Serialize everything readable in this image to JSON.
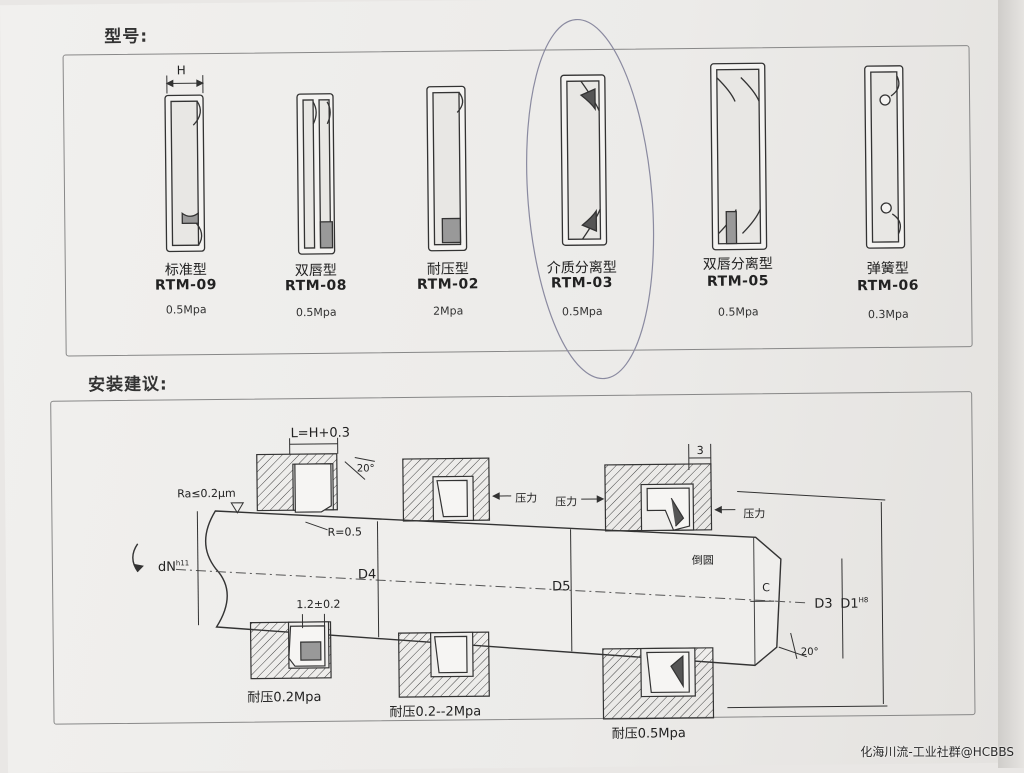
{
  "section_models": {
    "heading": "型号:"
  },
  "models": [
    {
      "name": "标准型",
      "code": "RTM-09",
      "pressure": "0.5Mpa"
    },
    {
      "name": "双唇型",
      "code": "RTM-08",
      "pressure": "0.5Mpa"
    },
    {
      "name": "耐压型",
      "code": "RTM-02",
      "pressure": "2Mpa"
    },
    {
      "name": "介质分离型",
      "code": "RTM-03",
      "pressure": "0.5Mpa"
    },
    {
      "name": "双唇分离型",
      "code": "RTM-05",
      "pressure": "0.5Mpa"
    },
    {
      "name": "弹簧型",
      "code": "RTM-06",
      "pressure": "0.3Mpa"
    }
  ],
  "dim_h": "H",
  "section_install": {
    "heading": "安装建议:"
  },
  "install": {
    "l_formula": "L=H+0.3",
    "angle_top": "20°",
    "roughness": "Ra≤0.2μm",
    "radius": "R=0.5",
    "shaft_dia": "dN",
    "shaft_dia_tol": "h11",
    "d4": "D4",
    "d5": "D5",
    "tolerance": "1.2±0.2",
    "pressure_label": "压力",
    "width_3": "3",
    "chamfer": "倒圆",
    "c_label": "C",
    "d3": "D3",
    "d1": "D1",
    "d1_tol": "H8",
    "angle_bottom": "20°",
    "press_1": "耐压0.2Mpa",
    "press_2": "耐压0.2--2Mpa",
    "press_3": "耐压0.5Mpa"
  },
  "watermark": "化海川流-工业社群@HCBBS"
}
